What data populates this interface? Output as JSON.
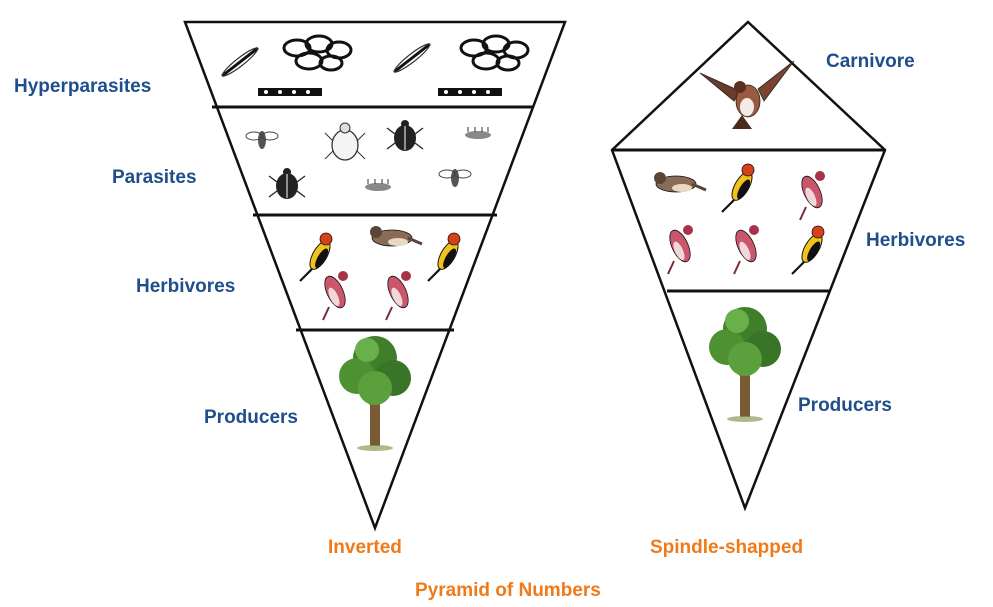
{
  "title": "Pyramid of Numbers",
  "colors": {
    "label": "#1f4e8c",
    "caption": "#f07a1a",
    "outline": "#111111"
  },
  "pyramids": [
    {
      "caption": "Inverted",
      "levels": [
        {
          "label": "Hyperparasites",
          "icon": "hyperparasite-icons"
        },
        {
          "label": "Parasites",
          "icon": "parasite-insect-icons"
        },
        {
          "label": "Herbivores",
          "icon": "bird-icons"
        },
        {
          "label": "Producers",
          "icon": "tree-icon"
        }
      ]
    },
    {
      "caption": "Spindle-shapped",
      "levels": [
        {
          "label": "Carnivore",
          "icon": "hawk-icon"
        },
        {
          "label": "Herbivores",
          "icon": "bird-icons"
        },
        {
          "label": "Producers",
          "icon": "tree-icon"
        }
      ]
    }
  ]
}
